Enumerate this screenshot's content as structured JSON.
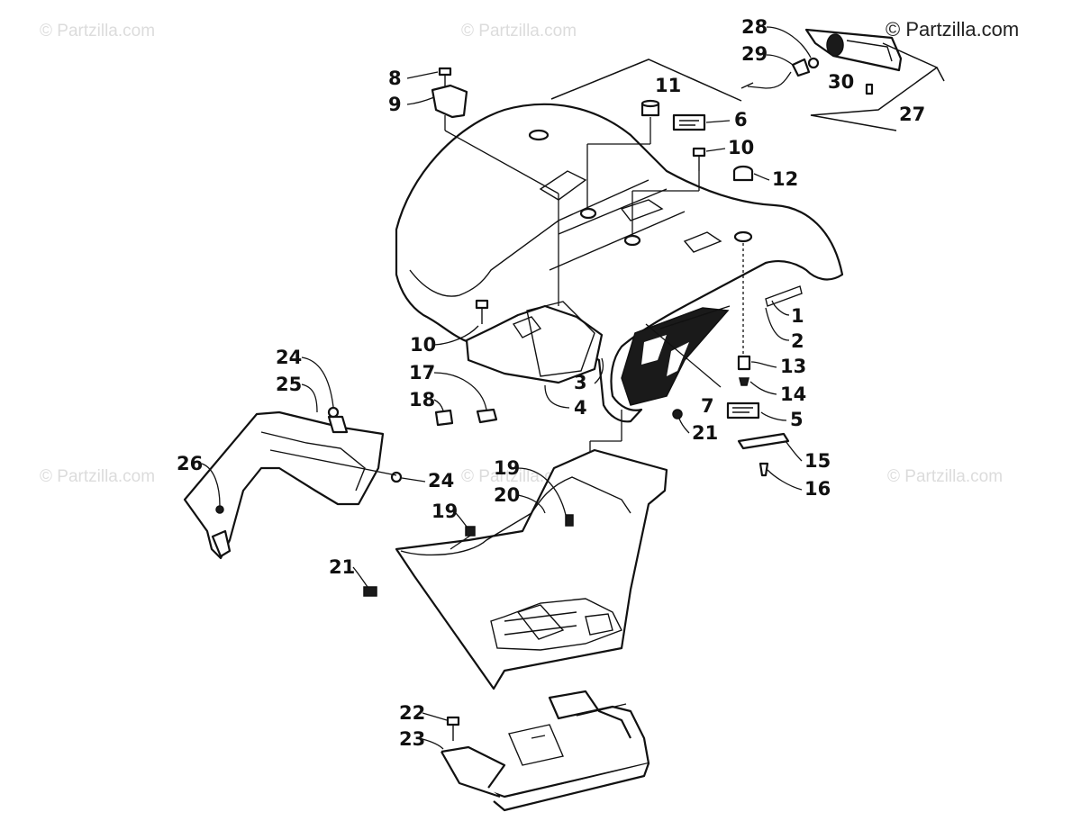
{
  "watermarks": [
    "© Partzilla.com",
    "© Partzilla.com",
    "© Partzilla.com",
    "© Partzilla.com",
    "© Partzilla.com"
  ],
  "copyright": "© Partzilla.com",
  "callouts": [
    {
      "id": "c1",
      "label": "1"
    },
    {
      "id": "c2",
      "label": "2"
    },
    {
      "id": "c3",
      "label": "3"
    },
    {
      "id": "c4",
      "label": "4"
    },
    {
      "id": "c5",
      "label": "5"
    },
    {
      "id": "c6",
      "label": "6"
    },
    {
      "id": "c7",
      "label": "7"
    },
    {
      "id": "c8",
      "label": "8"
    },
    {
      "id": "c9",
      "label": "9"
    },
    {
      "id": "c10a",
      "label": "10"
    },
    {
      "id": "c10b",
      "label": "10"
    },
    {
      "id": "c11",
      "label": "11"
    },
    {
      "id": "c12",
      "label": "12"
    },
    {
      "id": "c13",
      "label": "13"
    },
    {
      "id": "c14",
      "label": "14"
    },
    {
      "id": "c15",
      "label": "15"
    },
    {
      "id": "c16",
      "label": "16"
    },
    {
      "id": "c17",
      "label": "17"
    },
    {
      "id": "c18",
      "label": "18"
    },
    {
      "id": "c19a",
      "label": "19"
    },
    {
      "id": "c19b",
      "label": "19"
    },
    {
      "id": "c20",
      "label": "20"
    },
    {
      "id": "c21a",
      "label": "21"
    },
    {
      "id": "c21b",
      "label": "21"
    },
    {
      "id": "c22",
      "label": "22"
    },
    {
      "id": "c23",
      "label": "23"
    },
    {
      "id": "c24a",
      "label": "24"
    },
    {
      "id": "c24b",
      "label": "24"
    },
    {
      "id": "c25",
      "label": "25"
    },
    {
      "id": "c26",
      "label": "26"
    },
    {
      "id": "c27",
      "label": "27"
    },
    {
      "id": "c28",
      "label": "28"
    },
    {
      "id": "c29",
      "label": "29"
    },
    {
      "id": "c30",
      "label": "30"
    }
  ]
}
